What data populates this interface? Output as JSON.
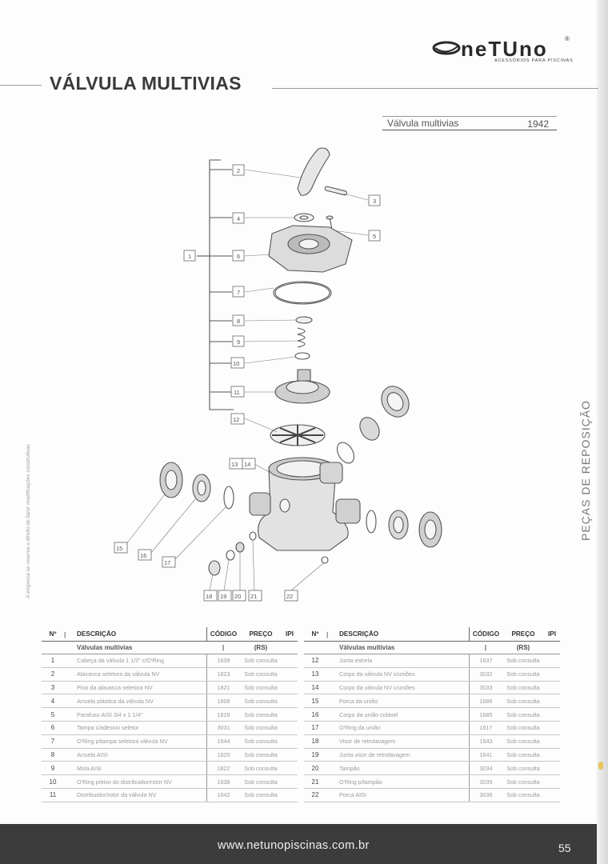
{
  "header": {
    "title": "VÁLVULA MULTIVIAS",
    "logo": {
      "text": "neTUno",
      "tagline": "ACESSÓRIOS PARA PISCINAS",
      "registered": "®"
    }
  },
  "product": {
    "name": "Válvula multivias",
    "code": "1942"
  },
  "sidebar": {
    "section": "PEÇAS DE REPOSIÇÃO",
    "note": "A empresa se reserva o direito de fazer modificações construtivas."
  },
  "diagram": {
    "callouts": [
      "1",
      "2",
      "3",
      "4",
      "5",
      "6",
      "7",
      "8",
      "9",
      "10",
      "11",
      "12",
      "13",
      "14",
      "15",
      "16",
      "17",
      "18",
      "19",
      "20",
      "21",
      "22"
    ]
  },
  "table": {
    "headers": {
      "num": "Nº",
      "sep": "|",
      "desc": "DESCRIÇÃO",
      "code": "CÓDIGO",
      "price": "PREÇO",
      "ipi": "IPI"
    },
    "subheader": {
      "desc": "Válvulas multivias",
      "sep": "|",
      "price": "(RS)"
    },
    "left_rows": [
      {
        "num": "1",
        "desc": "Cabeça da válvula 1 1/2\" c/O'Ring",
        "code": "1639",
        "price": "Sob consulta"
      },
      {
        "num": "2",
        "desc": "Alavanca seletora da válvula NV",
        "code": "1823",
        "price": "Sob consulta"
      },
      {
        "num": "3",
        "desc": "Pino da alavanca seletora NV",
        "code": "1821",
        "price": "Sob consulta"
      },
      {
        "num": "4",
        "desc": "Arruela plástica da válvula NV",
        "code": "1808",
        "price": "Sob consulta"
      },
      {
        "num": "5",
        "desc": "Parafuso AISI 3/4 x 1 1/4\"",
        "code": "1818",
        "price": "Sob consulta"
      },
      {
        "num": "6",
        "desc": "Tampa c/adesivo seletor",
        "code": "3031",
        "price": "Sob consulta"
      },
      {
        "num": "7",
        "desc": "O'Ring p/tampa seletora válvula NV",
        "code": "1644",
        "price": "Sob consulta"
      },
      {
        "num": "8",
        "desc": "Arruela AISI",
        "code": "1820",
        "price": "Sob consulta"
      },
      {
        "num": "9",
        "desc": "Mola AISI",
        "code": "1822",
        "price": "Sob consulta"
      },
      {
        "num": "10",
        "desc": "O'Ring p/eixo do distribuidor/rotor NV",
        "code": "1638",
        "price": "Sob consulta"
      },
      {
        "num": "11",
        "desc": "Distribuidor/rotor da válvula NV",
        "code": "1642",
        "price": "Sob consulta"
      }
    ],
    "right_rows": [
      {
        "num": "12",
        "desc": "Junta estrela",
        "code": "1637",
        "price": "Sob consulta"
      },
      {
        "num": "13",
        "desc": "Corpo da válvula NV s/uniões",
        "code": "3032",
        "price": "Sob consulta"
      },
      {
        "num": "14",
        "desc": "Corpo da válvula NV c/uniões",
        "code": "3033",
        "price": "Sob consulta"
      },
      {
        "num": "15",
        "desc": "Porca da união",
        "code": "1686",
        "price": "Sob consulta"
      },
      {
        "num": "16",
        "desc": "Corpo da união colável",
        "code": "1685",
        "price": "Sob consulta"
      },
      {
        "num": "17",
        "desc": "O'Ring da união",
        "code": "1617",
        "price": "Sob consulta"
      },
      {
        "num": "18",
        "desc": "Visor de retrolavagem",
        "code": "1643",
        "price": "Sob consulta"
      },
      {
        "num": "19",
        "desc": "Junta visor de retrolavagem",
        "code": "1641",
        "price": "Sob consulta"
      },
      {
        "num": "20",
        "desc": "Tampão",
        "code": "3034",
        "price": "Sob consulta"
      },
      {
        "num": "21",
        "desc": "O'Ring p/tampão",
        "code": "3035",
        "price": "Sob consulta"
      },
      {
        "num": "22",
        "desc": "Porca AISI",
        "code": "3036",
        "price": "Sob consulta"
      }
    ]
  },
  "footer": {
    "url": "www.netunopiscinas.com.br",
    "page": "55"
  }
}
